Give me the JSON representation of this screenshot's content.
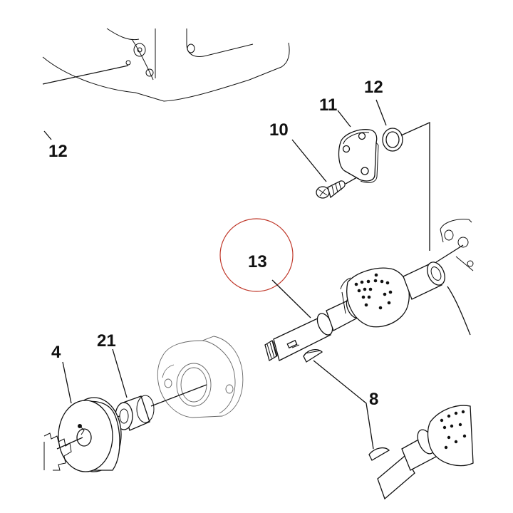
{
  "labels": {
    "upper_left": "12",
    "plate": "11",
    "ring": "12",
    "screw": "10",
    "shaft": "13",
    "pulley": "4",
    "bushing": "21",
    "key": "8"
  },
  "colors": {
    "highlight_circle": "#c0392b",
    "ink": "#111111"
  }
}
